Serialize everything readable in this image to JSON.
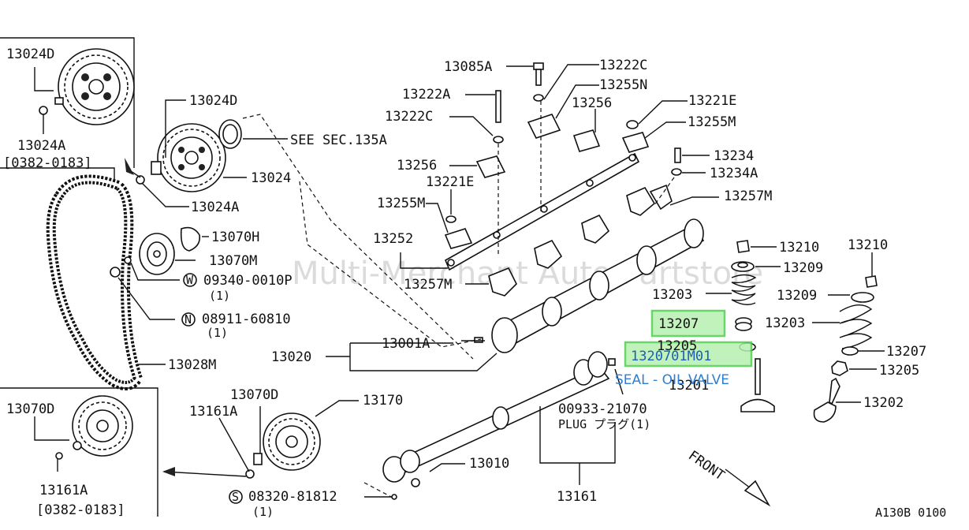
{
  "watermark": "Multi-Merchant Auto Partstore",
  "diagram_code": "A130B 0100",
  "front_label": "FRONT",
  "highlight": {
    "part_number": "1320701M01",
    "description": "SEAL - OIL  VALVE",
    "ref_label": "13207"
  },
  "labels": {
    "l13024D_a": "13024D",
    "l13024A_a": "13024A",
    "l0382_a": "[0382-0183]",
    "l13024D_b": "13024D",
    "l_see": "SEE SEC.135A",
    "l13024": "13024",
    "l13024A_b": "13024A",
    "l13070H": "13070H",
    "l13070M": "13070M",
    "l09340": "09340-0010P",
    "l09340q": "(1)",
    "l08911": "08911-60810",
    "l08911q": "(1)",
    "l13020": "13020",
    "l13001A": "13001A",
    "l13028M": "13028M",
    "l13070D_a": "13070D",
    "l13161A_a": "13161A",
    "l0382_b": "[0382-0183]",
    "l13070D_b": "13070D",
    "l13161A_b": "13161A",
    "l13170": "13170",
    "l13010": "13010",
    "l08320": "08320-81812",
    "l08320q": "(1)",
    "l13161": "13161",
    "l00933": "00933-21070",
    "l_plug": "PLUG プラグ(1)",
    "l13085A": "13085A",
    "l13222C_a": "13222C",
    "l13222A": "13222A",
    "l13255N": "13255N",
    "l13222C_b": "13222C",
    "l13256_a": "13256",
    "l13256_b": "13256",
    "l13221E_a": "13221E",
    "l13221E_b": "13221E",
    "l13255M_a": "13255M",
    "l13255M_b": "13255M",
    "l13234": "13234",
    "l13234A": "13234A",
    "l13257M_a": "13257M",
    "l13257M_b": "13257M",
    "l13252": "13252",
    "l13210_a": "13210",
    "l13209_a": "13209",
    "l13203_a": "13203",
    "l13205_a": "13205",
    "l13201": "13201",
    "l13210_b": "13210",
    "l13209_b": "13209",
    "l13203_b": "13203",
    "l13207_b": "13207",
    "l13205_b": "13205",
    "l13202": "13202",
    "W": "W",
    "N": "N",
    "S": "S"
  }
}
